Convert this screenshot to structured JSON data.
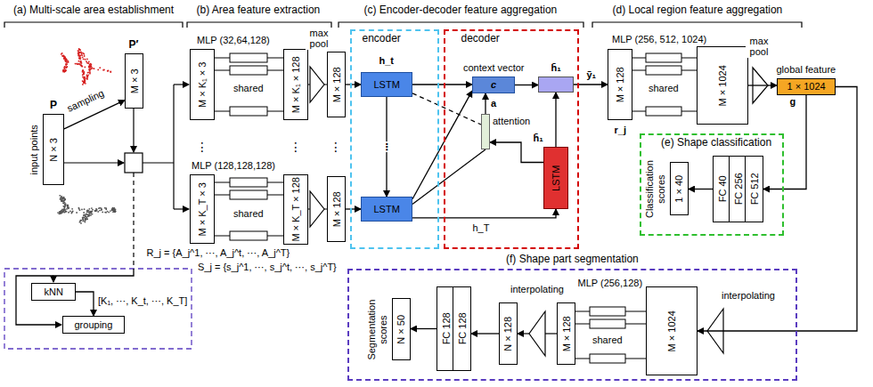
{
  "diagram": {
    "nodes": [
      {
        "text": [
          "N × 3",
          "input points"
        ]
      },
      {
        "text": [
          "M × 3"
        ]
      },
      {
        "text": [
          "M × K₁ × 3"
        ]
      },
      {
        "text": [
          "M × K₁ × 128"
        ]
      },
      {
        "text": [
          "M × 128"
        ]
      },
      {
        "text": [
          "M × K_T × 3"
        ]
      },
      {
        "text": [
          "M × K_T × 128"
        ]
      },
      {
        "text": [
          "M × 128"
        ]
      },
      {
        "text": [
          "encoder"
        ]
      },
      {
        "text": [
          "LSTM"
        ],
        "in": 8
      },
      {
        "text": [
          "LSTM"
        ],
        "in": 8
      },
      {
        "text": [
          "decoder"
        ]
      },
      {
        "text": [
          "c",
          "context vector"
        ],
        "in": 11
      },
      {
        "text": [
          "h̄₁"
        ],
        "in": 11
      },
      {
        "text": [
          "attention"
        ],
        "in": 11
      },
      {
        "text": [
          "LSTM",
          "h̄₁"
        ],
        "in": 11
      },
      {
        "text": [
          "M × 128"
        ]
      },
      {
        "text": [
          "M × 1024"
        ]
      },
      {
        "text": [
          "1 × 1024",
          "global feature"
        ]
      },
      {
        "text": [
          "(e) Shape classification"
        ]
      },
      {
        "text": [
          "1 × 40",
          "Classification scores"
        ],
        "in": 19
      },
      {
        "text": [
          "FC 40"
        ],
        "in": 19
      },
      {
        "text": [
          "FC 256"
        ],
        "in": 19
      },
      {
        "text": [
          "FC 512"
        ],
        "in": 19
      },
      {
        "text": [
          "(f) Shape part segmentation"
        ]
      },
      {
        "text": [
          "N × 50",
          "Segmentation scores"
        ],
        "in": 24
      },
      {
        "text": [
          "FC 128"
        ],
        "in": 24
      },
      {
        "text": [
          "FC 128"
        ],
        "in": 24
      },
      {
        "text": [
          "N × 128"
        ],
        "in": 24
      },
      {
        "text": [
          "M × 128"
        ],
        "in": 24
      },
      {
        "text": [
          "M × 1024"
        ],
        "in": 24
      },
      {
        "text": [
          "kNN"
        ]
      },
      {
        "text": [
          "grouping"
        ]
      }
    ],
    "edges": [
      {
        "from": 0,
        "to": 1,
        "label": "sampling",
        "arrow": "to"
      },
      {
        "from": 4,
        "to": 9,
        "arrow": "to"
      },
      {
        "from": 7,
        "to": 10,
        "arrow": "to"
      },
      {
        "from": 9,
        "to": 10,
        "label": "⋮",
        "arrow": "to"
      },
      {
        "from": 9,
        "to": 12,
        "arrow": "to"
      },
      {
        "from": 9,
        "to": 14,
        "arrow": "none"
      },
      {
        "from": 10,
        "to": 12,
        "arrow": "to"
      },
      {
        "from": 10,
        "to": 14,
        "arrow": "none"
      },
      {
        "from": 10,
        "to": 15,
        "label": "h_T",
        "arrow": "to"
      },
      {
        "from": 14,
        "to": 12,
        "label": "a",
        "arrow": "to"
      },
      {
        "from": 15,
        "to": 14,
        "arrow": "to"
      },
      {
        "from": 15,
        "to": 13,
        "arrow": "to"
      },
      {
        "from": 12,
        "to": 13,
        "arrow": "to"
      },
      {
        "from": 13,
        "to": 16,
        "label": "ỹ₁",
        "arrow": "to"
      },
      {
        "from": 17,
        "to": 18,
        "arrow": "to"
      },
      {
        "from": 18,
        "to": 23,
        "arrow": "to"
      },
      {
        "from": 21,
        "to": 20,
        "arrow": "to"
      },
      {
        "from": 18,
        "to": 30,
        "arrow": "to"
      },
      {
        "from": 28,
        "to": 27,
        "arrow": "to"
      },
      {
        "from": 26,
        "to": 25,
        "arrow": "to"
      },
      {
        "from": 31,
        "to": 32,
        "label": "[K₁, ⋯, K_t, ⋯, K_T]",
        "arrow": "to"
      }
    ],
    "labels": [
      "(a) Multi-scale area establishment",
      "(b) Area feature extraction",
      "(c) Encoder-decoder feature aggregation",
      "(d) Local region feature aggregation",
      "P",
      "P′",
      "MLP (32,64,128)",
      "max pool",
      "shared",
      "⋮",
      "⋮",
      "⋮",
      "MLP (128,128,128)",
      "shared",
      "R_j = {A_j^1, ⋯, A_j^t, ⋯, A_j^T}",
      "S_j = {s_j^1, ⋯, s_j^t, ⋯, s_j^T}",
      "h_t",
      "MLP (256, 512, 1024)",
      "max pool",
      "shared",
      "r_j",
      "g",
      "MLP (256,128)",
      "shared",
      "interpolating",
      "interpolating"
    ]
  }
}
